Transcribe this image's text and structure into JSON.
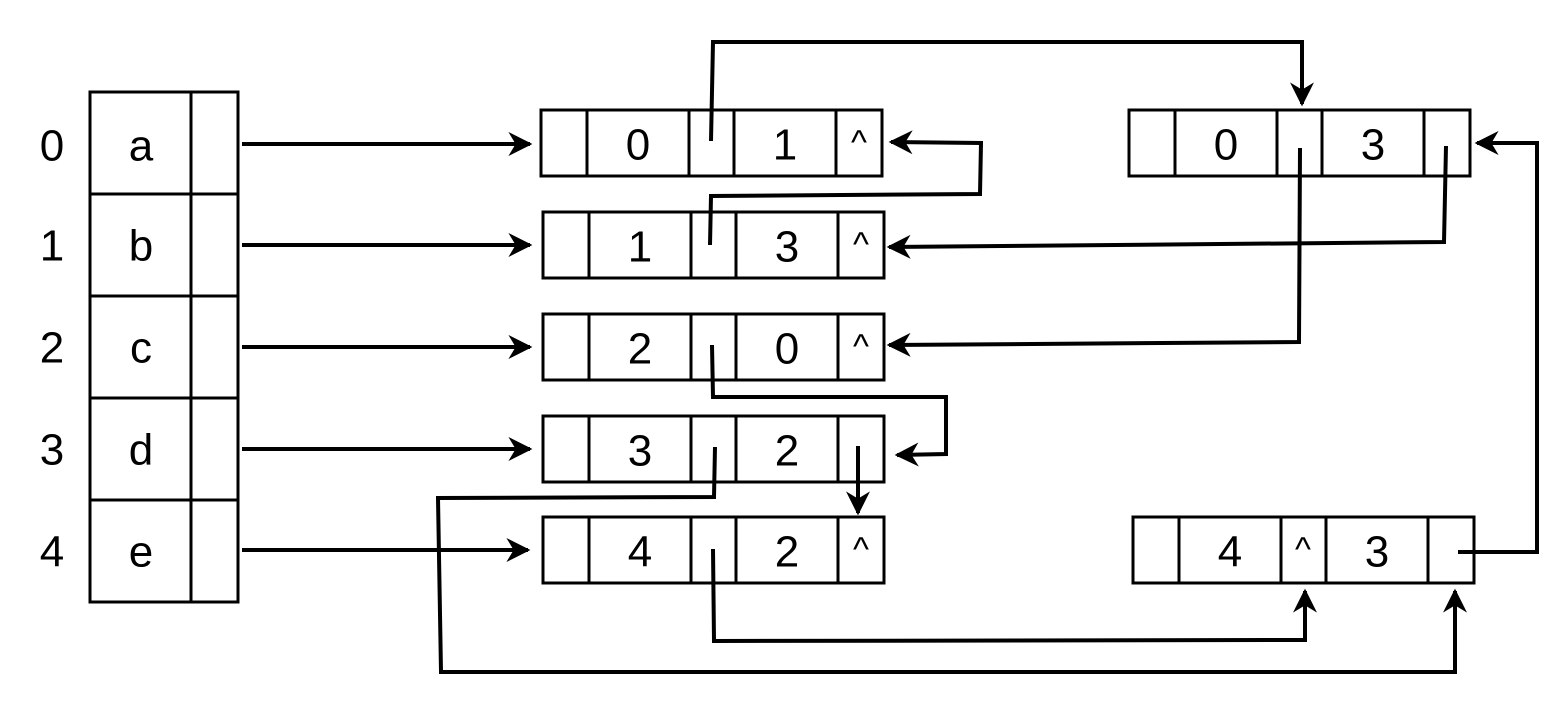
{
  "vertex_table": {
    "indices": [
      "0",
      "1",
      "2",
      "3",
      "4"
    ],
    "vertices": [
      "a",
      "b",
      "c",
      "d",
      "e"
    ]
  },
  "edge_nodes": [
    {
      "tail": "0",
      "head": "1",
      "tail_link": "",
      "head_link": "^"
    },
    {
      "tail": "1",
      "head": "3",
      "tail_link": "",
      "head_link": "^"
    },
    {
      "tail": "2",
      "head": "0",
      "tail_link": "",
      "head_link": "^"
    },
    {
      "tail": "3",
      "head": "2",
      "tail_link": "",
      "head_link": ""
    },
    {
      "tail": "4",
      "head": "2",
      "tail_link": "",
      "head_link": "^"
    },
    {
      "tail": "0",
      "head": "3",
      "tail_link": "",
      "head_link": ""
    },
    {
      "tail": "4",
      "head": "3",
      "tail_link": "^",
      "head_link": ""
    }
  ],
  "colors": {
    "stroke": "#000000",
    "background": "#ffffff"
  }
}
